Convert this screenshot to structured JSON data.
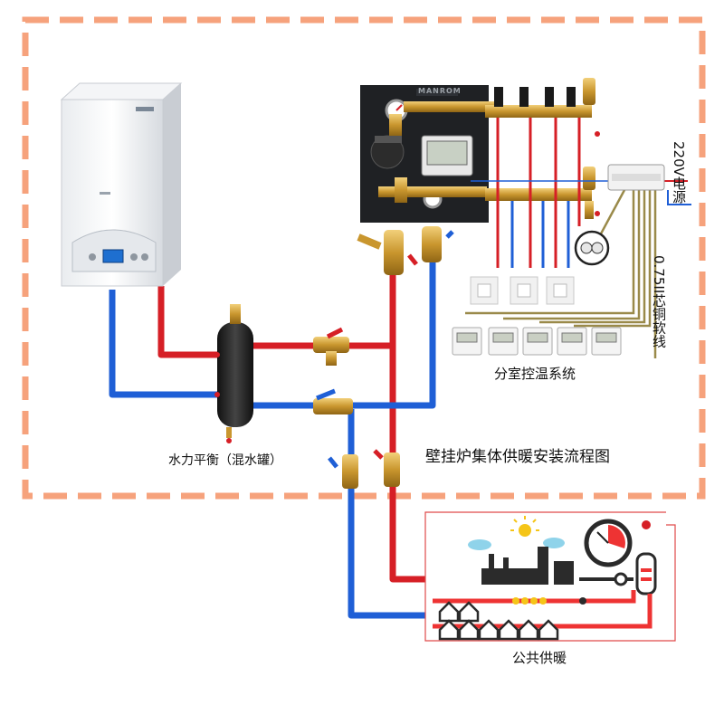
{
  "diagram": {
    "title": "壁挂炉集体供暖安装流程图",
    "power_label": "220V电源",
    "wire_label": "0.75II芯铜软线",
    "thermostat_system_label": "分室控温系统",
    "hydraulic_separator_label": "水力平衡（混水罐）",
    "public_heating_label": "公共供暖",
    "manifold_brand": "MANROM",
    "colors": {
      "supply": "#d61f26",
      "return": "#1f5fd6",
      "border": "#f6a27c",
      "wire": "#9a8a4a"
    }
  }
}
